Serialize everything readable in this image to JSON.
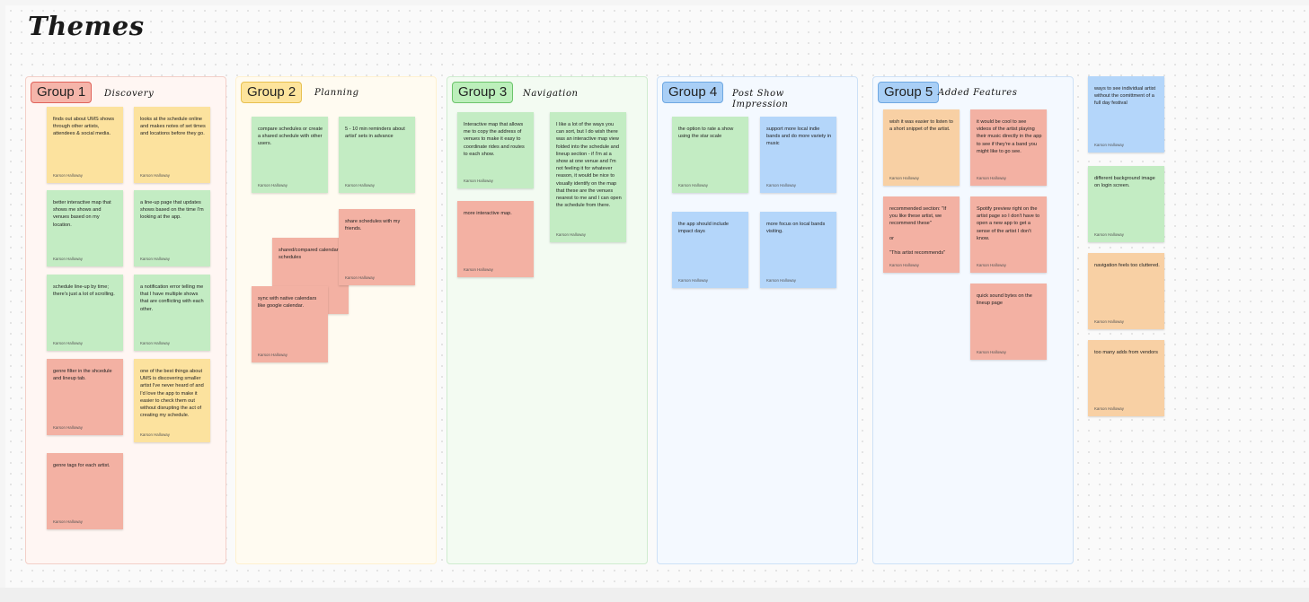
{
  "board": {
    "title": "Themes"
  },
  "colors": {
    "yellow": "#fce29e",
    "green": "#c3ecc3",
    "red": "#f3b1a3",
    "blue": "#b4d6fa",
    "orange": "#f8d0a4"
  },
  "groups": [
    {
      "label": "Group 1",
      "theme": "Discovery"
    },
    {
      "label": "Group 2",
      "theme": "Planning"
    },
    {
      "label": "Group 3",
      "theme": "Navigation"
    },
    {
      "label": "Group 4",
      "theme_line1": "Post Show",
      "theme_line2": "Impression"
    },
    {
      "label": "Group 5",
      "theme": "Added Features"
    }
  ],
  "notes": {
    "g1": [
      {
        "text": "finds out about UMS shows through other artists, attendees & social media.",
        "author": "Karson Halloway"
      },
      {
        "text": "looks at the schedule online and makes notes of set times and locations before they go.",
        "author": "Karson Halloway"
      },
      {
        "text": "better interactive map that shows me shows and venues based on my location.",
        "author": "Karson Halloway"
      },
      {
        "text": "a line-up page that updates shows based on the time I'm looking at the app.",
        "author": "Karson Halloway"
      },
      {
        "text": "schedule line-up by time; there's just a lot of scrolling.",
        "author": "Karson Halloway"
      },
      {
        "text": "a notification error telling me that I have multiple shows that are conflicting with each other.",
        "author": "Karson Halloway"
      },
      {
        "text": "genre filter in the shcedule and lineup tab.",
        "author": "Karson Halloway"
      },
      {
        "text": "one of the best things about UMS is discovering smaller artist I've never heard of and I'd love the app to make it easier to check them out without disrupting the act of creating my schedule.",
        "author": "Karson Halloway"
      },
      {
        "text": "genre tags for each artist.",
        "author": "Karson Halloway"
      }
    ],
    "g2": [
      {
        "text": "compare schedules or create a shared schedule with other users.",
        "author": "Karson Halloway"
      },
      {
        "text": "5 - 10 min reminders about artist' sets in advance",
        "author": "Karson Halloway"
      },
      {
        "text": "share schedules with my friends.",
        "author": "Karson Halloway"
      },
      {
        "text": "shared/compared calendar schedules",
        "author": ""
      },
      {
        "text": "sync with native calendars like google calendar.",
        "author": "Karson Halloway"
      }
    ],
    "g3": [
      {
        "text": "Interactive map that allows me to copy the address of venues to make it easy to coordinate rides and routes to each show.",
        "author": "Karson Halloway"
      },
      {
        "text": "I like a lot of the ways you can sort, but I do wish there was an interactive map view folded into the schedule and lineup section - if I'm at a show at one venue and I'm not feeling it for whatever reason, it would be nice to visually identify on the map that these are the venues nearest to me and I can open the schedule from there.",
        "author": "Karson Halloway"
      },
      {
        "text": "more interactive map.",
        "author": "Karson Halloway"
      }
    ],
    "g4": [
      {
        "text": "the option to rate a show using the star scale",
        "author": "Karson Halloway"
      },
      {
        "text": "support more local indie bands and do more variety in music",
        "author": "Karson Halloway"
      },
      {
        "text": "the app should include impact days",
        "author": "Karson Halloway"
      },
      {
        "text": "more focus on local bands visiting.",
        "author": "Karson Halloway"
      }
    ],
    "g5": [
      {
        "text": "wish it was easier to listen to a short snippet of the artist.",
        "author": "Karson Halloway"
      },
      {
        "text": "it would be cool to see videos of the artist playing their music directly in the app to see if they're a band you might like to go see.",
        "author": "Karson Halloway"
      },
      {
        "text": "recommended section: \"If you like these artist, we recommend these\"\n\nor\n\n\"This artist recommends\"",
        "author": "Karson Halloway"
      },
      {
        "text": "Spotify preview right on the artist page so I don't have to open a new app to get a sense of the artist I don't know.",
        "author": "Karson Halloway"
      },
      {
        "text": "quick sound bytes on the lineup page",
        "author": "Karson Halloway"
      }
    ],
    "loose": [
      {
        "text": "ways to see individual artist without the comittment of a full day festival",
        "author": "Karson Halloway"
      },
      {
        "text": "different background image on login screen.",
        "author": "Karson Halloway"
      },
      {
        "text": "navigation feels too cluttered.",
        "author": "Karson Halloway"
      },
      {
        "text": "too many adds from vendors",
        "author": "Karson Halloway"
      }
    ]
  }
}
